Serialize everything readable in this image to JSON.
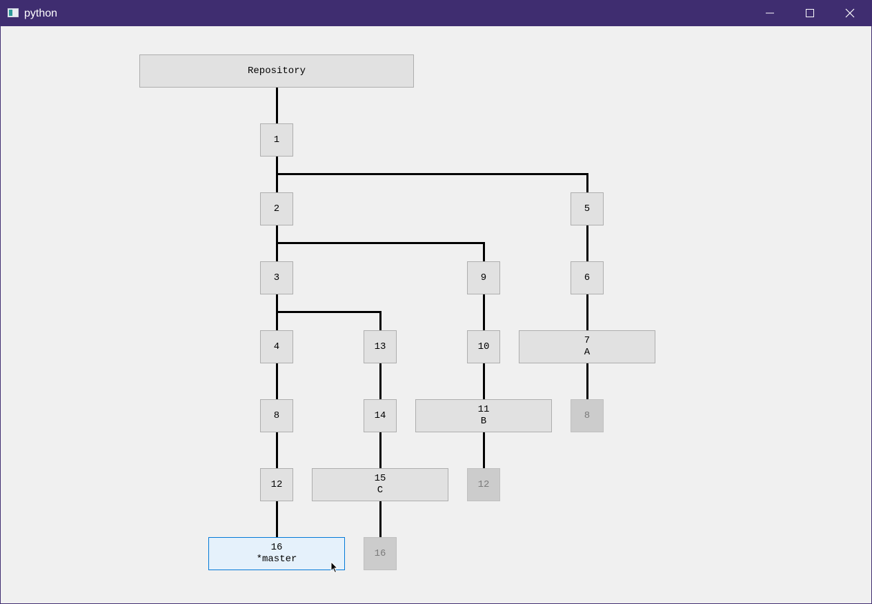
{
  "window": {
    "title": "python",
    "app_icon": "python-window-icon"
  },
  "controls": {
    "minimize": "minimize-icon",
    "maximize": "maximize-icon",
    "close": "close-icon"
  },
  "graph": {
    "root": "Repository",
    "nodes": {
      "n1": "1",
      "n2": "2",
      "n3": "3",
      "n4": "4",
      "n8": "8",
      "n12": "12",
      "n16": "16",
      "n16_branch": "*master",
      "n13": "13",
      "n14": "14",
      "n15": "15",
      "n15_branch": "C",
      "n16_ghost": "16",
      "n9": "9",
      "n10": "10",
      "n11": "11",
      "n11_branch": "B",
      "n12_ghost": "12",
      "n5": "5",
      "n6": "6",
      "n7": "7",
      "n7_branch": "A",
      "n8_ghost": "8"
    }
  }
}
